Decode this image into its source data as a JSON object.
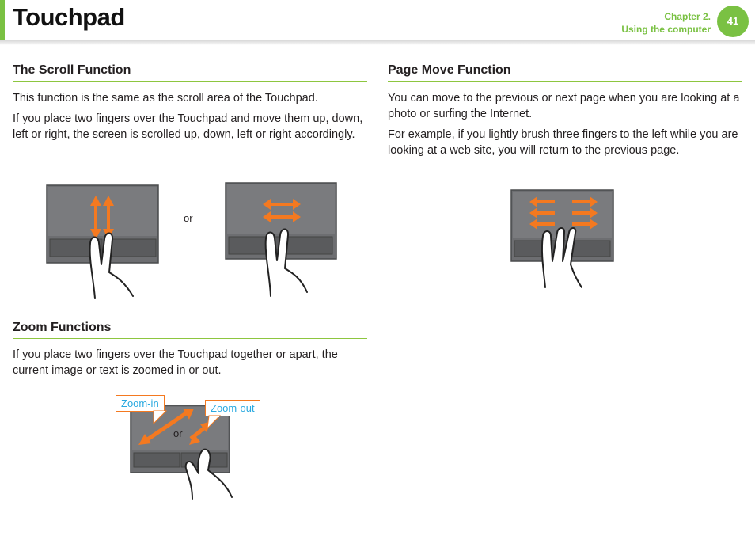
{
  "header": {
    "title": "Touchpad",
    "chapter_line1": "Chapter 2.",
    "chapter_line2": "Using the computer",
    "page_number": "41"
  },
  "scroll": {
    "title": "The Scroll Function",
    "p1": "This function is the same as the scroll area of the Touchpad.",
    "p2": "If you place two fingers over the Touchpad and move them up, down, left or right, the screen is scrolled up, down, left or right accordingly.",
    "or_label": "or"
  },
  "page_move": {
    "title": "Page Move Function",
    "p1": "You can move to the previous or next page when you are looking at a photo or surfing the Internet.",
    "p2": "For example, if you lightly brush three fingers to the left while you are looking at a web site, you will return to the previous page."
  },
  "zoom": {
    "title": "Zoom Functions",
    "p1": "If you place two fingers over the Touchpad together or apart, the current image or text is zoomed in or out.",
    "zoom_in_label": "Zoom-in",
    "zoom_out_label": "Zoom-out",
    "or_label": "or"
  },
  "colors": {
    "accent_green": "#7ac143",
    "arrow_orange": "#f47920",
    "callout_text": "#29a9e0",
    "touchpad_gray": "#6d6e71"
  }
}
